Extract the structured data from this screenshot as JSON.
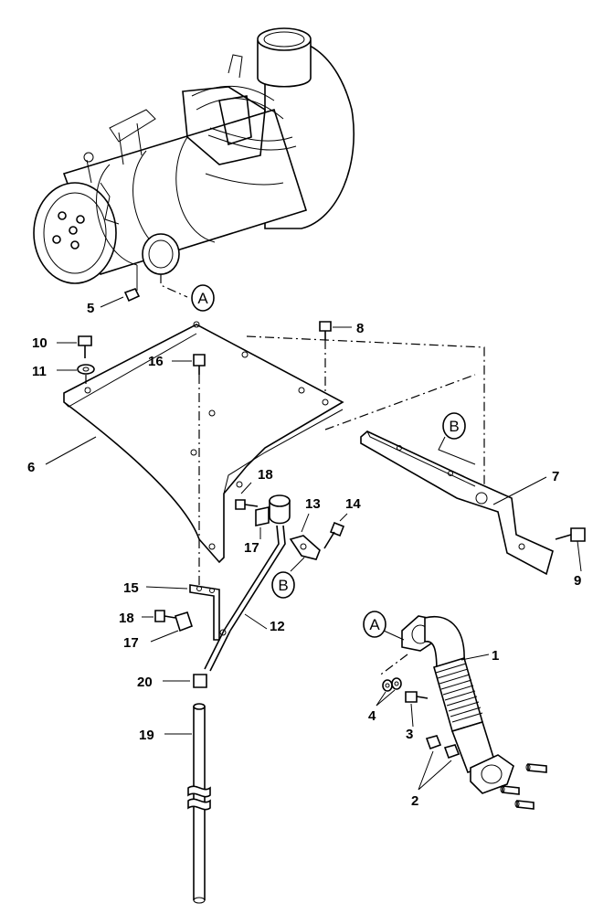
{
  "diagram": {
    "callouts": {
      "p1": "1",
      "p2": "2",
      "p3": "3",
      "p4": "4",
      "p5": "5",
      "p6": "6",
      "p7": "7",
      "p8": "8",
      "p9": "9",
      "p10": "10",
      "p11": "11",
      "p12": "12",
      "p13": "13",
      "p14": "14",
      "p15": "15",
      "p16": "16",
      "p17": "17",
      "p18": "18",
      "p19": "19",
      "p20": "20"
    },
    "refs": {
      "a": "A",
      "b": "B"
    }
  }
}
